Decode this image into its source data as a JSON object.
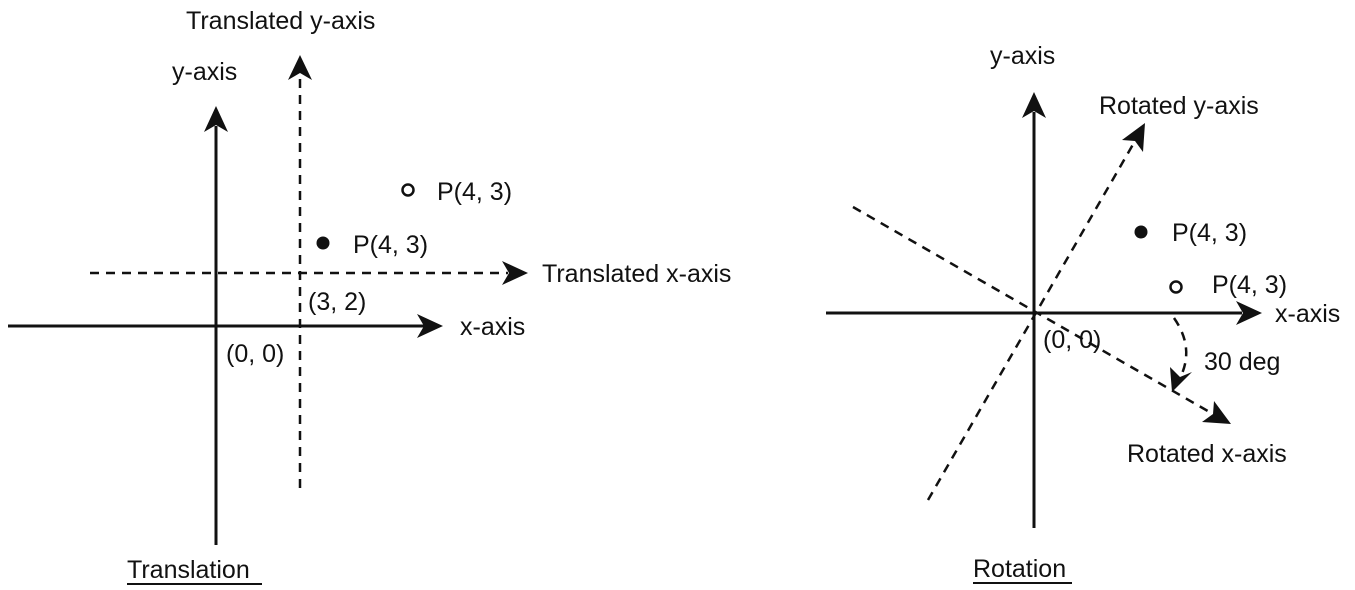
{
  "translation": {
    "caption": "Translation",
    "y_axis_label": "y-axis",
    "x_axis_label": "x-axis",
    "translated_y_axis_label": "Translated y-axis",
    "translated_x_axis_label": "Translated x-axis",
    "origin_label": "(0, 0)",
    "new_origin_label": "(3, 2)",
    "point_original_label": "P(4, 3)",
    "point_translated_label": "P(4, 3)"
  },
  "rotation": {
    "caption": "Rotation",
    "y_axis_label": "y-axis",
    "x_axis_label": "x-axis",
    "rotated_y_axis_label": "Rotated y-axis",
    "rotated_x_axis_label": "Rotated x-axis",
    "origin_label": "(0, 0)",
    "angle_label": "30 deg",
    "point_original_label": "P(4, 3)",
    "point_rotated_label": "P(4, 3)"
  },
  "colors": {
    "ink": "#111111",
    "background": "#ffffff"
  }
}
